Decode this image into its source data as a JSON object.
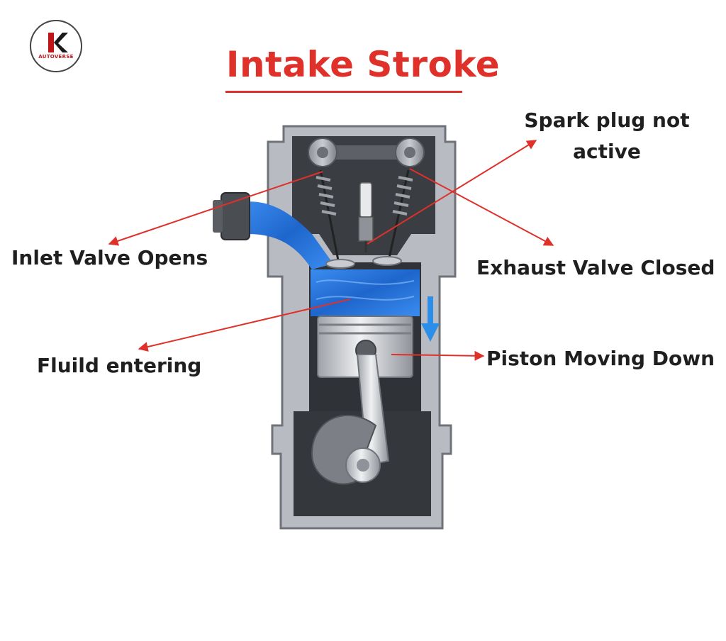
{
  "logo": {
    "text": "AUTOVERSE",
    "mark": "K"
  },
  "title": "Intake Stroke",
  "labels": {
    "spark_line1": "Spark plug not",
    "spark_line2": "active",
    "inlet": "Inlet Valve Opens",
    "exhaust": "Exhaust Valve Closed",
    "fluid": "Fluild entering",
    "piston": "Piston Moving Down"
  },
  "colors": {
    "title": "#e0302a",
    "arrow": "#e0302a",
    "fluid": "#2a76d6",
    "down_arrow": "#2b8ee8",
    "text": "#1f1f1f"
  }
}
